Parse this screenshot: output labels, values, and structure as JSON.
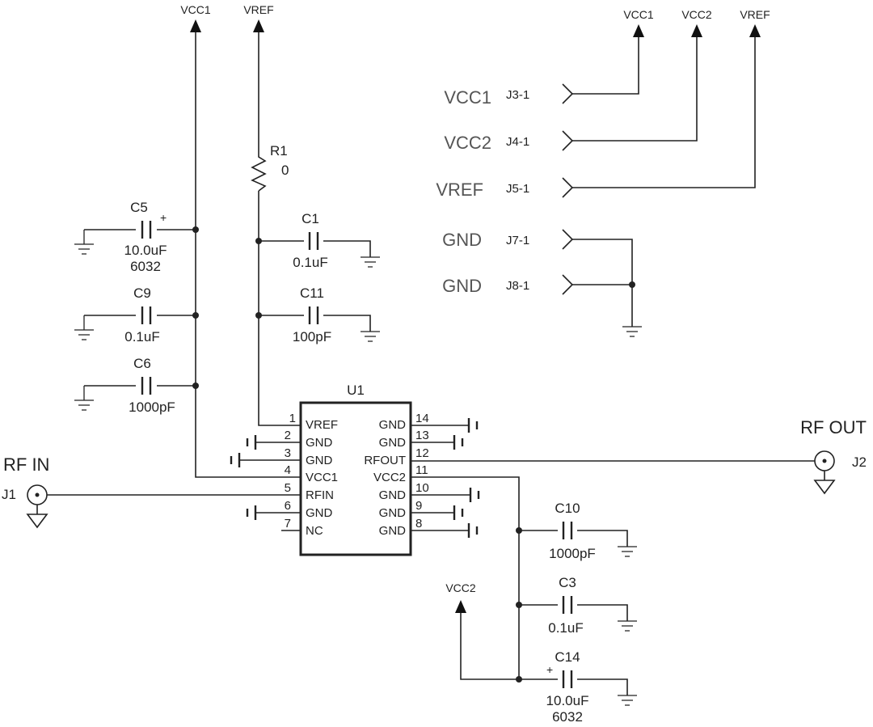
{
  "nets": {
    "vcc1": "VCC1",
    "vcc2": "VCC2",
    "vref": "VREF"
  },
  "chip": {
    "ref": "U1",
    "left_pins": [
      {
        "num": "1",
        "name": "VREF"
      },
      {
        "num": "2",
        "name": "GND"
      },
      {
        "num": "3",
        "name": "GND"
      },
      {
        "num": "4",
        "name": "VCC1"
      },
      {
        "num": "5",
        "name": "RFIN"
      },
      {
        "num": "6",
        "name": "GND"
      },
      {
        "num": "7",
        "name": "NC"
      }
    ],
    "right_pins": [
      {
        "num": "14",
        "name": "GND"
      },
      {
        "num": "13",
        "name": "GND"
      },
      {
        "num": "12",
        "name": "RFOUT"
      },
      {
        "num": "11",
        "name": "VCC2"
      },
      {
        "num": "10",
        "name": "GND"
      },
      {
        "num": "9",
        "name": "GND"
      },
      {
        "num": "8",
        "name": "GND"
      }
    ]
  },
  "components": {
    "r1": {
      "ref": "R1",
      "value": "0"
    },
    "c1": {
      "ref": "C1",
      "value": "0.1uF"
    },
    "c11": {
      "ref": "C11",
      "value": "100pF"
    },
    "c5": {
      "ref": "C5",
      "value": "10.0uF",
      "package": "6032",
      "polarity": "+"
    },
    "c9": {
      "ref": "C9",
      "value": "0.1uF"
    },
    "c6": {
      "ref": "C6",
      "value": "1000pF"
    },
    "c10": {
      "ref": "C10",
      "value": "1000pF"
    },
    "c3": {
      "ref": "C3",
      "value": "0.1uF"
    },
    "c14": {
      "ref": "C14",
      "value": "10.0uF",
      "package": "6032",
      "polarity": "+"
    }
  },
  "connectors": [
    {
      "net": "VCC1",
      "ref": "J3-1"
    },
    {
      "net": "VCC2",
      "ref": "J4-1"
    },
    {
      "net": "VREF",
      "ref": "J5-1"
    },
    {
      "net": "GND",
      "ref": "J7-1"
    },
    {
      "net": "GND",
      "ref": "J8-1"
    }
  ],
  "rf": {
    "in_label": "RF IN",
    "in_ref": "J1",
    "out_label": "RF OUT",
    "out_ref": "J2"
  }
}
